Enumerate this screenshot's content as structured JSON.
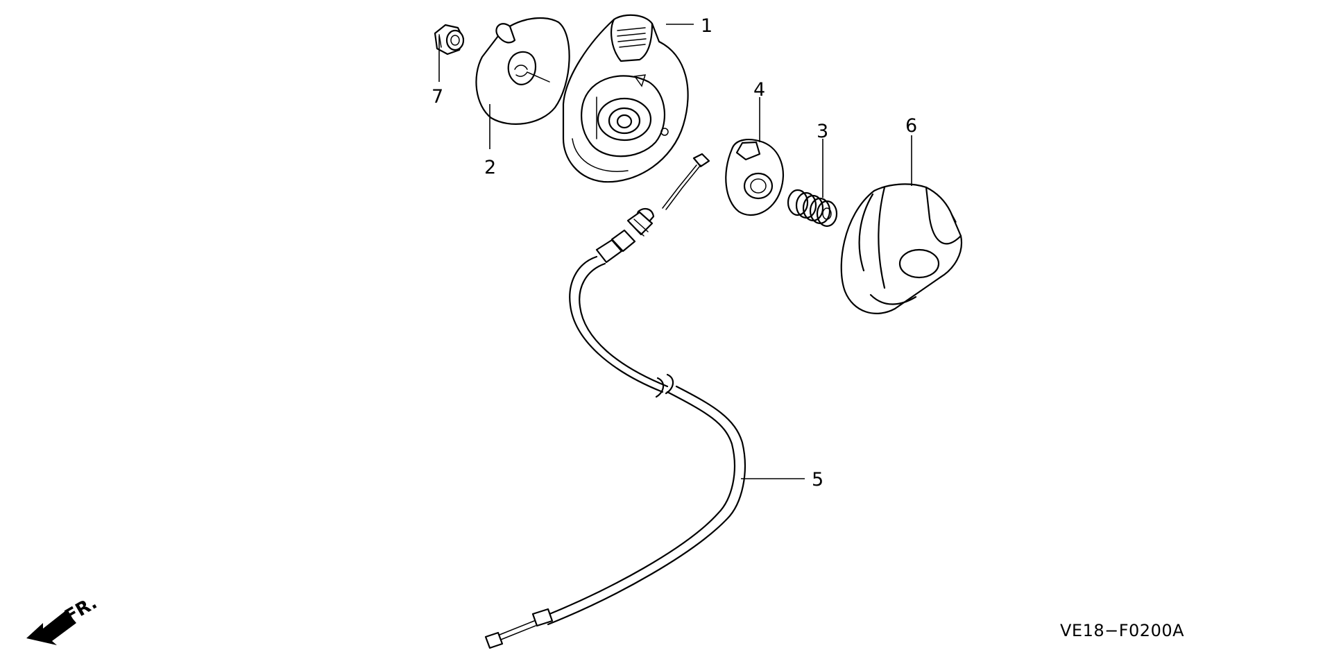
{
  "diagram_code": "VE18−F0200A",
  "direction_label": "FR.",
  "callouts": {
    "p1": "1",
    "p2": "2",
    "p3": "3",
    "p4": "4",
    "p5": "5",
    "p6": "6",
    "p7": "7"
  },
  "icons": [
    "front-direction-arrow-icon"
  ],
  "colors": {
    "ink": "#000000",
    "background": "#ffffff"
  }
}
